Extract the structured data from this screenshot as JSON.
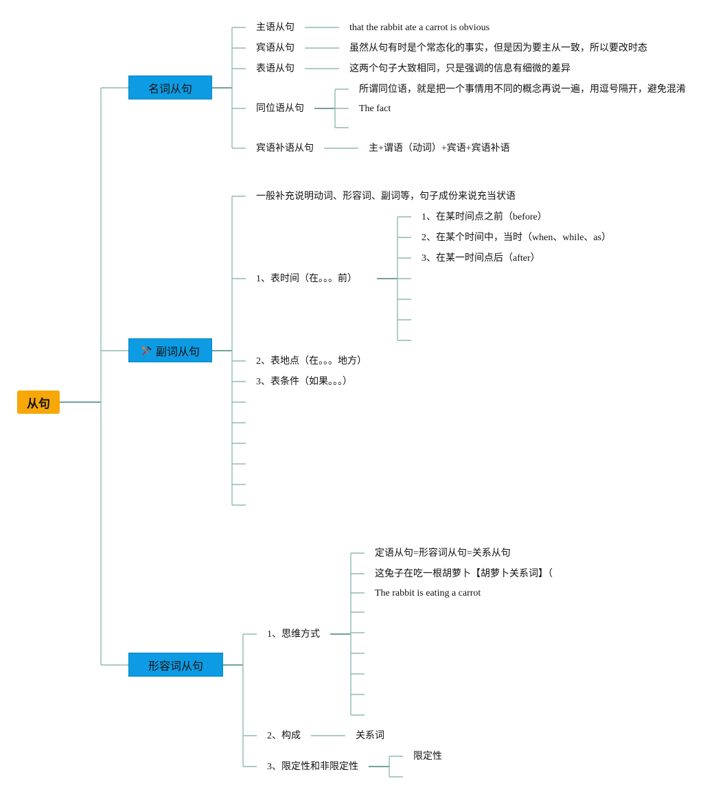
{
  "root": {
    "label": "从句"
  },
  "branches": {
    "noun": {
      "label": "名词从句",
      "subject": {
        "label": "主语从句",
        "detail": "that the rabbit ate a carrot is obvious"
      },
      "object": {
        "label": "宾语从句",
        "detail": "虽然从句有时是个常态化的事实，但是因为要主从一致，所以要改时态"
      },
      "predicative": {
        "label": "表语从句",
        "detail": "这两个句子大致相同，只是强调的信息有细微的差异"
      },
      "appositive": {
        "label": "同位语从句",
        "details": [
          "所谓同位语，就是把一个事情用不同的概念再说一遍，用逗号隔开，避免混淆",
          "The fact"
        ]
      },
      "complement": {
        "label": "宾语补语从句",
        "detail": "主+谓语（动词）+宾语+宾语补语"
      }
    },
    "adverb": {
      "label": "副词从句",
      "icon": "tools-icon",
      "general": "一般补充说明动词、形容词、副词等，句子成份来说充当状语",
      "time": {
        "label": "1、表时间（在。。。前）",
        "items": [
          "1、在某时间点之前（before）",
          "2、在某个时间中，当时（when、while、as）",
          "3、在某一时间点后（after）"
        ]
      },
      "place": "2、表地点（在。。。地方）",
      "condition": "3、表条件（如果。。。）"
    },
    "adjective": {
      "label": "形容词从句",
      "thinking": {
        "label": "1、思维方式",
        "items": [
          "定语从句=形容词从句=关系从句",
          "这兔子在吃一根胡萝卜【胡萝卜关系词】（",
          "The rabbit is eating a carrot"
        ]
      },
      "structure": {
        "label": "2、构成",
        "detail": "关系词"
      },
      "restrictive": {
        "label": "3、限定性和非限定性",
        "detail": "限定性"
      }
    }
  }
}
